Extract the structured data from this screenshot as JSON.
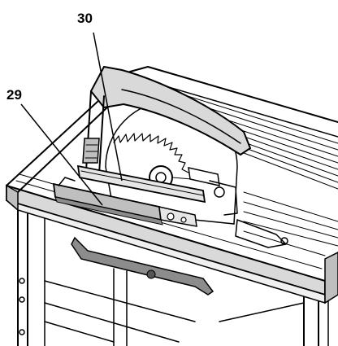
{
  "callouts": [
    {
      "id": "30",
      "label": "30",
      "target": "rip-fence-guide"
    },
    {
      "id": "29",
      "label": "29",
      "target": "rip-fence"
    }
  ],
  "colors": {
    "line": "#000000",
    "background": "#ffffff",
    "shade_light": "#e6e6e6",
    "shade_mid": "#bfbfbf",
    "shade_dark": "#8c8c8c"
  }
}
